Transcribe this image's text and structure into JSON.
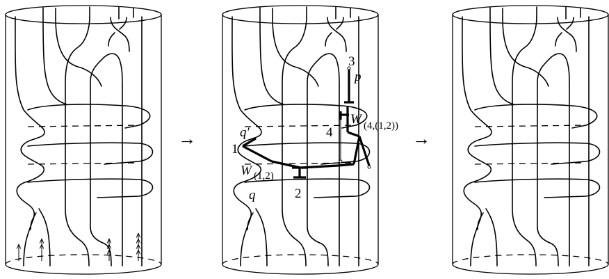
{
  "figure": {
    "arrow_symbol": "→",
    "panels": [
      {
        "id": "left",
        "arrows_on_strands": [
          1,
          2,
          3,
          4
        ]
      },
      {
        "id": "middle"
      },
      {
        "id": "right"
      }
    ]
  },
  "labels": {
    "vertex_1": "1",
    "vertex_2": "2",
    "vertex_3": "3",
    "vertex_4": "4",
    "point_p": "p",
    "point_q": "q",
    "point_q_prime": "q′",
    "w_letter_a": "W",
    "w_sub_a": "(1,2)",
    "w_letter_b": "W",
    "w_sub_b": "(4,(1,2))"
  }
}
